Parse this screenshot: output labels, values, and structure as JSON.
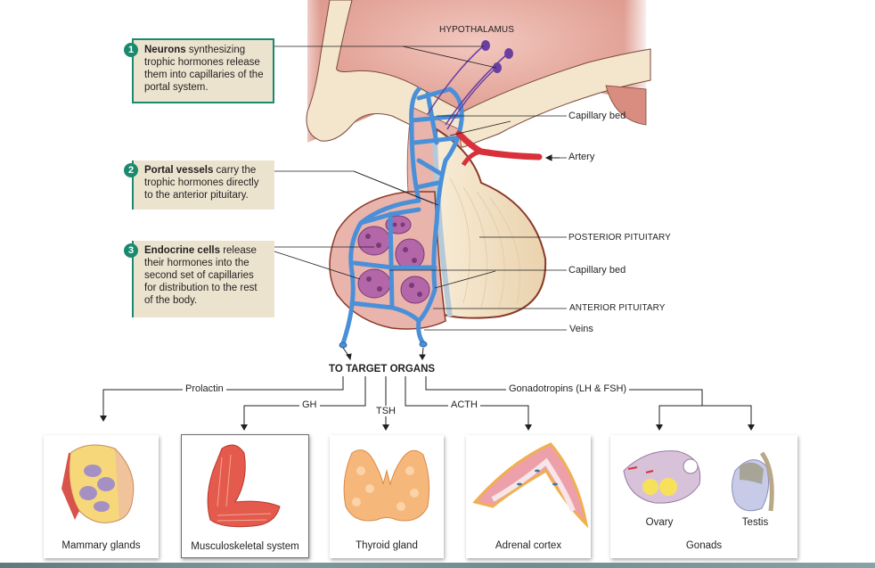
{
  "callouts": [
    {
      "number": "1",
      "bold": "Neurons",
      "text": " synthesizing trophic hormones release them into capillaries of the portal system."
    },
    {
      "number": "2",
      "bold": "Portal vessels",
      "text": " carry the trophic hormones directly to the anterior pituitary."
    },
    {
      "number": "3",
      "bold": "Endocrine cells",
      "text": " release their hormones into the second set of capillaries for distribution to the rest of the body."
    }
  ],
  "structure_labels": {
    "hypothalamus": "HYPOTHALAMUS",
    "capillary_bed_upper": "Capillary bed",
    "artery": "Artery",
    "posterior_pituitary": "POSTERIOR PITUITARY",
    "capillary_bed_lower": "Capillary bed",
    "anterior_pituitary": "ANTERIOR PITUITARY",
    "veins": "Veins"
  },
  "flow": {
    "title": "TO TARGET ORGANS",
    "hormones": {
      "prolactin": "Prolactin",
      "gh": "GH",
      "tsh": "TSH",
      "acth": "ACTH",
      "gonadotropins": "Gonadotropins (LH & FSH)"
    }
  },
  "targets": [
    {
      "name": "Mammary glands",
      "hormone": "Prolactin"
    },
    {
      "name": "Musculoskeletal system",
      "hormone": "GH"
    },
    {
      "name": "Thyroid gland",
      "hormone": "TSH"
    },
    {
      "name": "Adrenal cortex",
      "hormone": "ACTH"
    },
    {
      "name": "Gonads",
      "hormone": "Gonadotropins (LH & FSH)",
      "parts": [
        "Ovary",
        "Testis"
      ]
    }
  ],
  "colors": {
    "callout_accent": "#1a8a6e",
    "callout_bg": "#ece3cf",
    "portal_vessel": "#4a90d9",
    "artery": "#d8313b",
    "neuron": "#6a3fa0",
    "brain_tissue": "#e2a49a",
    "bone": "#f3e6cc"
  }
}
